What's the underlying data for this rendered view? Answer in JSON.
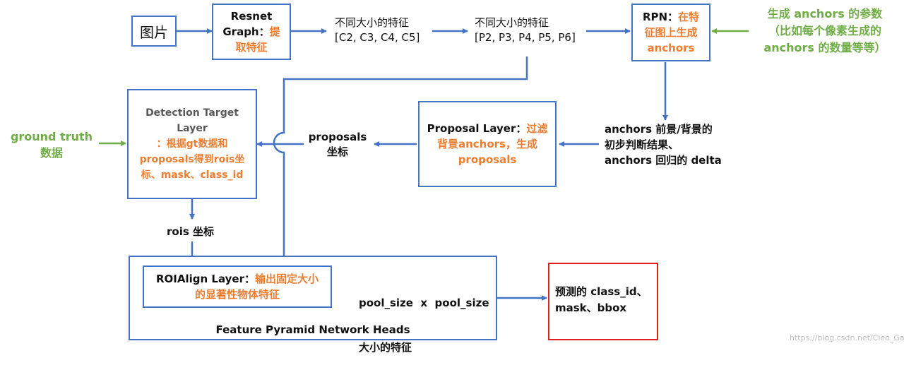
{
  "nodes": {
    "image": {
      "label": "图片"
    },
    "resnet": {
      "line1": "Resnet",
      "line2a": "Graph：",
      "line2b": "提",
      "line3": "取特征"
    },
    "c_features": {
      "line1": "不同大小的特征",
      "line2": "[C2, C3, C4, C5]"
    },
    "p_features": {
      "line1": "不同大小的特征",
      "line2": "[P2, P3, P4, P5, P6]"
    },
    "rpn": {
      "line1a": "RPN：",
      "line1b": "在特",
      "line2": "征图上生成",
      "line3": "anchors"
    },
    "anchor_params": {
      "line1": "生成 anchors 的参数",
      "line2": "（比如每个像素生成的",
      "line3": "anchors 的数量等等）"
    },
    "rpn_output": {
      "line1": "anchors 前景/背景的",
      "line2": "初步判断结果、",
      "line3": "anchors 回归的 delta"
    },
    "proposal_layer": {
      "line1a": "Proposal Layer：",
      "line1b": "过滤",
      "line2": "背景anchors，生成",
      "line3": "proposals"
    },
    "proposals_coords": {
      "line1": "proposals",
      "line2": "坐标"
    },
    "detection_target": {
      "line1": "Detection Target Layer",
      "line2": "：根据gt数据和",
      "line3": "proposals得到rois坐",
      "line4": "标、mask、class_id"
    },
    "ground_truth": {
      "line1": "ground truth",
      "line2": "数据"
    },
    "rois_coords": {
      "label": "rois 坐标"
    },
    "fpn_heads": {
      "label": "Feature Pyramid Network Heads"
    },
    "roialign": {
      "line1a": "ROIAlign Layer：",
      "line1b": "输出固定大小",
      "line2": "的显著性物体特征"
    },
    "pool_size": {
      "line1": "pool_size  x  pool_size",
      "line2": "大小的特征"
    },
    "prediction": {
      "line1": "预测的 class_id、",
      "line2": "mask、bbox"
    }
  },
  "watermark": "https://blog.csdn.net/Cleo_Gao",
  "colors": {
    "box_border": "#4472c4",
    "arrow": "#4472c4",
    "orange_text": "#ed7d31",
    "green_text": "#70ad47",
    "green_arrow": "#70ad47",
    "red_border": "#e0201f"
  }
}
